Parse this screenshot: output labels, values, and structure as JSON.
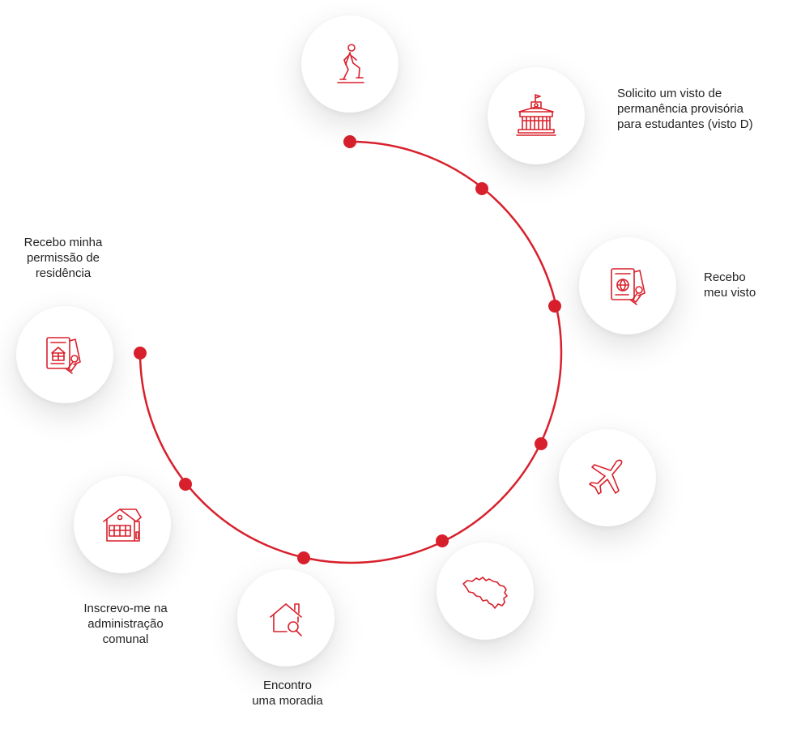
{
  "colors": {
    "accent": "#d8202c",
    "node_background": "#ffffff",
    "text": "#232323"
  },
  "steps": [
    {
      "id": "depart",
      "icon": "walking-person-icon",
      "caption": []
    },
    {
      "id": "visa-request",
      "icon": "government-building-icon",
      "caption": [
        "Solicito um visto de",
        "permanência provisória",
        "para estudantes (visto D)"
      ]
    },
    {
      "id": "visa-receive",
      "icon": "passport-globe-stamp-icon",
      "caption": [
        "Recebo",
        "meu visto"
      ]
    },
    {
      "id": "travel",
      "icon": "airplane-icon",
      "caption": []
    },
    {
      "id": "arrive",
      "icon": "belgium-map-icon",
      "caption": []
    },
    {
      "id": "housing",
      "icon": "house-search-icon",
      "caption": [
        "Encontro",
        "uma moradia"
      ]
    },
    {
      "id": "registration",
      "icon": "town-hall-icon",
      "caption": [
        "Inscrevo-me na",
        "administração",
        "comunal"
      ]
    },
    {
      "id": "residence-permit",
      "icon": "residence-card-stamp-icon",
      "caption": [
        "Recebo minha",
        "permissão de",
        "residência"
      ]
    }
  ]
}
